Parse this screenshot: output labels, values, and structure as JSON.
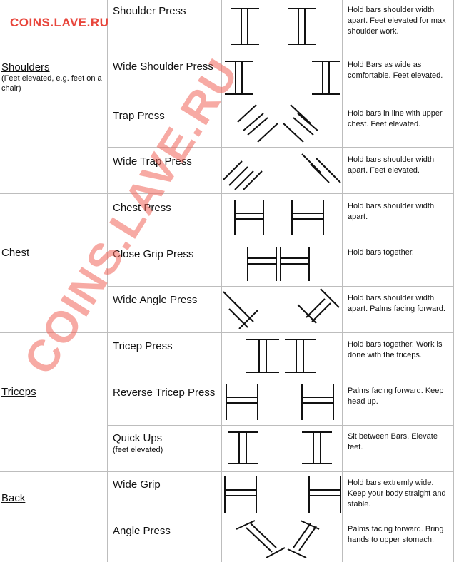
{
  "watermark": {
    "top_text": "COINS.LAVE.RU",
    "diagonal_text": "COINS.LAVE.RU"
  },
  "groups": [
    {
      "title": "Shoulders",
      "note": "(Feet elevated, e.g. feet on a chair)"
    },
    {
      "title": "Chest",
      "note": ""
    },
    {
      "title": "Triceps",
      "note": ""
    },
    {
      "title": "Back",
      "note": ""
    }
  ],
  "exercises": [
    {
      "name": "Shoulder Press",
      "note": "",
      "description": "Hold bars shoulder width apart. Feet elevated for max shoulder work.",
      "diagram_icon": "parallel-bars-upright-icon"
    },
    {
      "name": "Wide Shoulder Press",
      "note": "",
      "description": "Hold Bars as wide as comfortable. Feet elevated.",
      "diagram_icon": "parallel-bars-wide-icon"
    },
    {
      "name": "Trap Press",
      "note": "",
      "description": "Hold bars in line with upper chest. Feet elevated.",
      "diagram_icon": "bars-angled-in-icon"
    },
    {
      "name": "Wide Trap Press",
      "note": "",
      "description": "Hold bars shoulder width apart. Feet elevated.",
      "diagram_icon": "bars-angled-wide-icon"
    },
    {
      "name": "Chest Press",
      "note": "",
      "description": "Hold bars shoulder width apart.",
      "diagram_icon": "bars-horizontal-icon"
    },
    {
      "name": "Close Grip Press",
      "note": "",
      "description": "Hold bars together.",
      "diagram_icon": "bars-together-icon"
    },
    {
      "name": "Wide Angle Press",
      "note": "",
      "description": "Hold bars shoulder width apart. Palms facing forward.",
      "diagram_icon": "bars-angled-out-icon"
    },
    {
      "name": "Tricep Press",
      "note": "",
      "description": "Hold bars together. Work is done with the triceps.",
      "diagram_icon": "bars-upright-close-icon"
    },
    {
      "name": "Reverse Tricep Press",
      "note": "",
      "description": "Palms facing forward. Keep head up.",
      "diagram_icon": "bars-horizontal-wide-icon"
    },
    {
      "name": "Quick Ups",
      "note": "(feet elevated)",
      "description": "Sit between Bars. Elevate feet.",
      "diagram_icon": "parallel-bars-upright-icon"
    },
    {
      "name": "Wide Grip",
      "note": "",
      "description": "Hold bars extremly wide. Keep your body straight and stable.",
      "diagram_icon": "bars-horizontal-wide-icon"
    },
    {
      "name": "Angle Press",
      "note": "",
      "description": "Palms facing forward. Bring hands to upper stomach.",
      "diagram_icon": "bars-angled-v-icon"
    }
  ]
}
